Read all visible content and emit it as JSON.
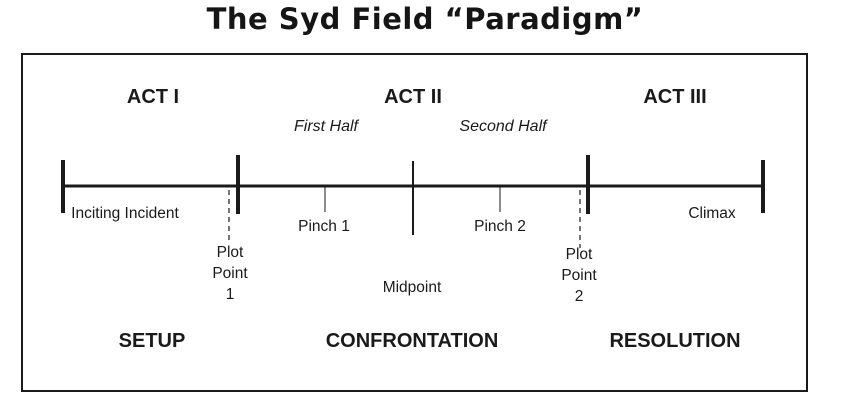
{
  "title": "The Syd Field “Paradigm”",
  "acts": {
    "act1": "ACT I",
    "act2": "ACT II",
    "act3": "ACT III"
  },
  "halves": {
    "first": "First Half",
    "second": "Second Half"
  },
  "events": {
    "inciting_incident": "Inciting Incident",
    "plot_point_1": [
      "Plot",
      "Point",
      "1"
    ],
    "pinch_1": "Pinch 1",
    "midpoint": "Midpoint",
    "pinch_2": "Pinch 2",
    "plot_point_2": [
      "Plot",
      "Point",
      "2"
    ],
    "climax": "Climax"
  },
  "sections": {
    "setup": "SETUP",
    "confrontation": "CONFRONTATION",
    "resolution": "RESOLUTION"
  }
}
